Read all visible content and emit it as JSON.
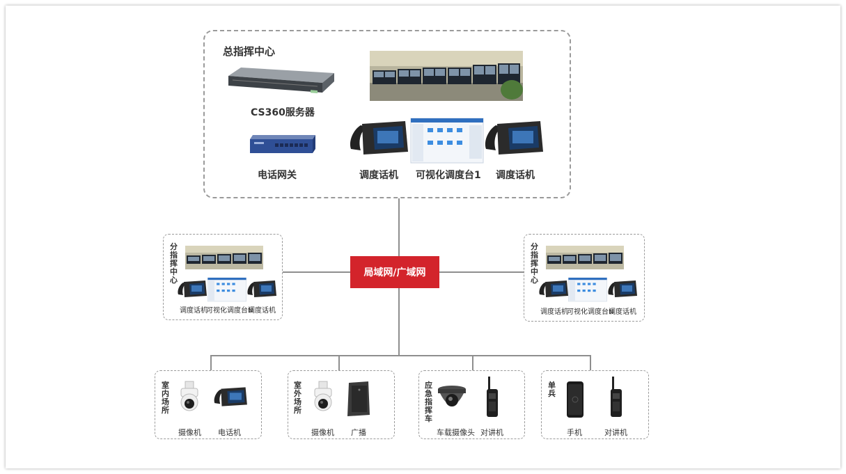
{
  "hq": {
    "title": "总指挥中心",
    "server": "CS360服务器",
    "gateway": "电话网关",
    "phone": "调度话机",
    "console": "可视化调度台1"
  },
  "network": "局域网/广域网",
  "branch": {
    "title": "分指挥中心",
    "phone": "调度话机",
    "console": "可视化调度台N"
  },
  "sites": [
    {
      "title": "室内场所",
      "items": [
        "摄像机",
        "电话机"
      ]
    },
    {
      "title": "室外场所",
      "items": [
        "摄像机",
        "广播"
      ]
    },
    {
      "title": "应急指挥车",
      "items": [
        "车载摄像头",
        "对讲机"
      ]
    },
    {
      "title": "单兵",
      "items": [
        "手机",
        "对讲机"
      ]
    }
  ],
  "colors": {
    "network": "#d3242b",
    "border": "#9a9a9a",
    "line": "#8e8e8e"
  }
}
